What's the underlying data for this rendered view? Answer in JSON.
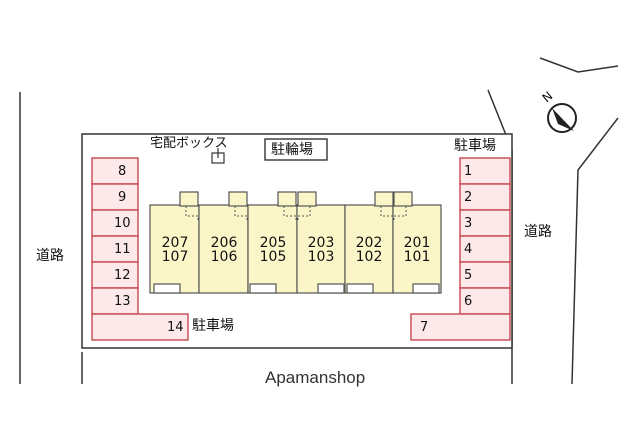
{
  "labels": {
    "delivery_box": "宅配ボックス",
    "bicycle_parking": "駐輪場",
    "parking_top": "駐車場",
    "parking_bottom": "駐車場",
    "road_left": "道路",
    "road_right": "道路",
    "compass": "N",
    "brand": "Apamanshop"
  },
  "units": [
    {
      "upper": "207",
      "lower": "107"
    },
    {
      "upper": "206",
      "lower": "106"
    },
    {
      "upper": "205",
      "lower": "105"
    },
    {
      "upper": "203",
      "lower": "103"
    },
    {
      "upper": "202",
      "lower": "102"
    },
    {
      "upper": "201",
      "lower": "101"
    }
  ],
  "parking": {
    "left": [
      "8",
      "9",
      "10",
      "11",
      "12",
      "13"
    ],
    "bottom_left": "14",
    "right": [
      "1",
      "2",
      "3",
      "4",
      "5",
      "6"
    ],
    "bottom_right": "7"
  },
  "colors": {
    "parking_fill": "#fde8ea",
    "parking_stroke": "#c8484f",
    "building_fill": "#fbf6c8",
    "lot_fill": "#ffffff"
  }
}
